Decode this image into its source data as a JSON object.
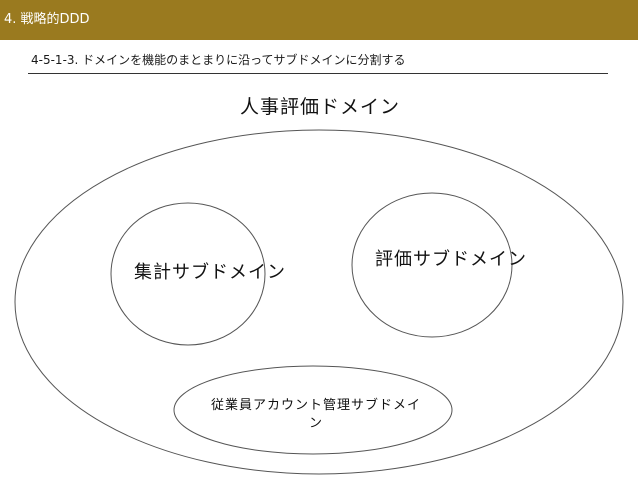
{
  "header": {
    "title": "4. 戦略的DDD",
    "bar_color": "#9a7a1f"
  },
  "section": {
    "subtitle": "4-5-1-3. ドメインを機能のまとまりに沿ってサブドメインに分割する"
  },
  "diagram": {
    "domain": {
      "label": "人事評価ドメイン"
    },
    "subdomains": [
      {
        "label": "集計サブドメイン"
      },
      {
        "label": "評価サブドメイン"
      },
      {
        "label": "従業員アカウント管理サブドメイン"
      }
    ]
  }
}
